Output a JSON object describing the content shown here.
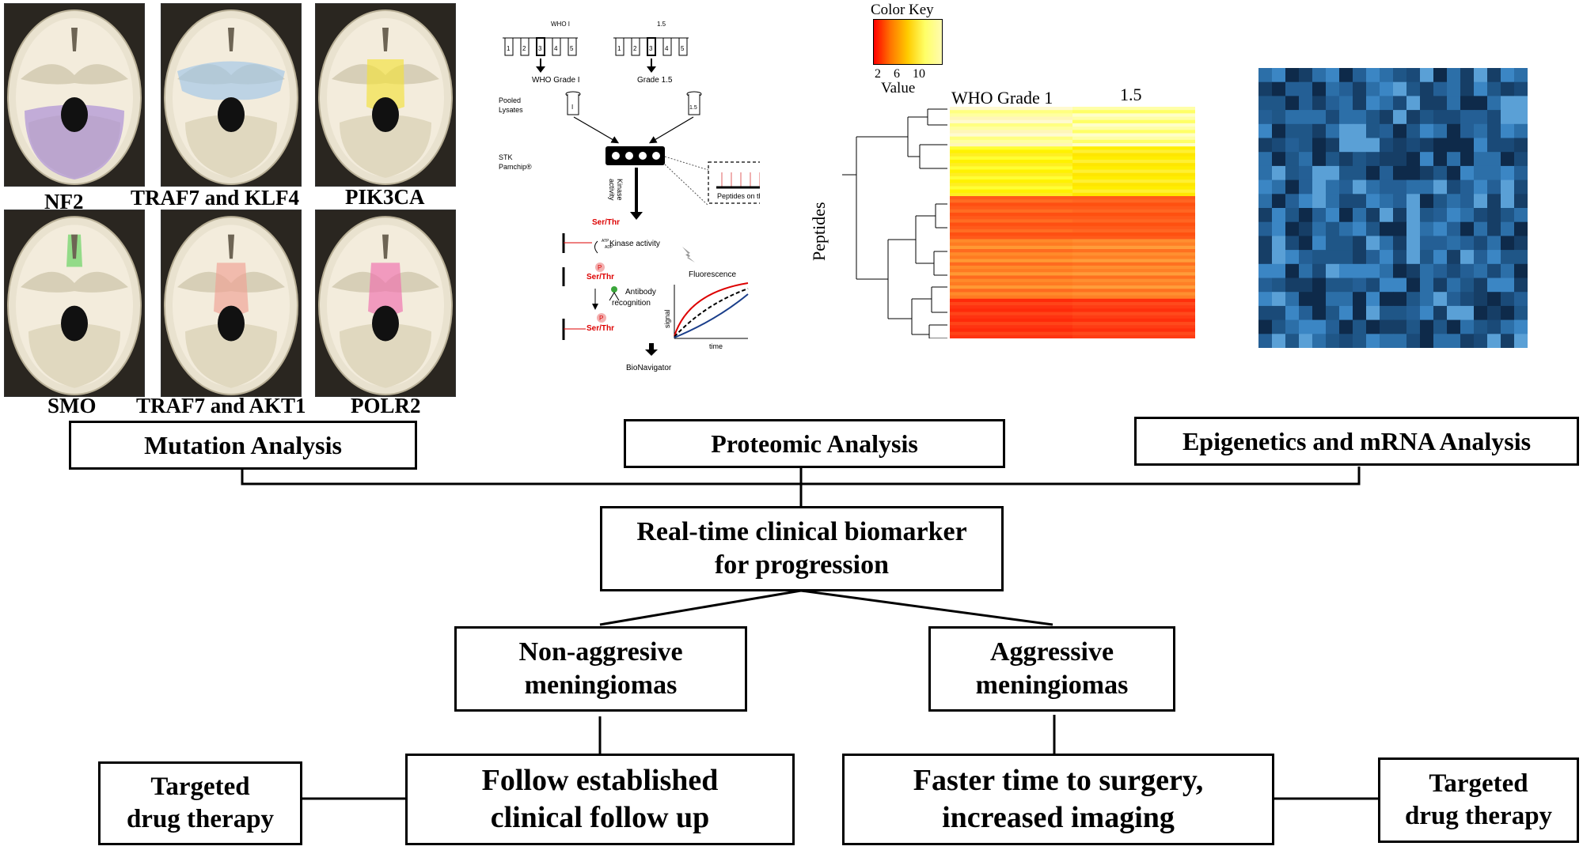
{
  "skulls": [
    {
      "label": "NF2",
      "highlight": "#a78bd6"
    },
    {
      "label": "TRAF7 and KLF4",
      "highlight": "#9fc6e8"
    },
    {
      "label": "PIK3CA",
      "highlight": "#f2e23a"
    },
    {
      "label": "SMO",
      "highlight": "#5fd35a"
    },
    {
      "label": "TRAF7 and AKT1",
      "highlight": "#f0a293"
    },
    {
      "label": "POLR2",
      "highlight": "#f06fae"
    }
  ],
  "workflow": {
    "who_small": "WHO I",
    "grade_small": "1.5",
    "who_grade_label": "WHO Grade  I",
    "grade15_label": "Grade 1.5",
    "pooled": "Pooled",
    "lysates": "Lysates",
    "tube_left": "I",
    "tube_right": "1.5",
    "stk": "STK",
    "pamchip": "Pamchip®",
    "kinase": "Kinase",
    "activity": "activity",
    "peptides_chip": "Peptides on the chip",
    "ser_thr": "Ser/Thr",
    "ser_thr_2": "Ser/Thr",
    "ser_thr_3": "Ser/Thr",
    "kinase_activity": "Kinase activity",
    "atp": "ATP",
    "adp": "ADP",
    "fluorescence": "Fluorescence",
    "antibody": "Antibody",
    "recognition": "recognition",
    "signal": "signal",
    "time": "time",
    "bionavigator": "BioNavigator",
    "p": "P",
    "p2": "P",
    "slide_numbers": [
      "1",
      "2",
      "3",
      "4",
      "5"
    ]
  },
  "heatmap": {
    "color_key_title": "Color Key",
    "ticks": [
      "2",
      "6",
      "10"
    ],
    "value_label": "Value",
    "col1": "WHO Grade 1",
    "col2": "1.5",
    "row_axis": "Peptides",
    "colors": {
      "low": "#ff0000",
      "mid": "#ff9900",
      "high": "#ffff66"
    }
  },
  "boxes": {
    "mutation": "Mutation Analysis",
    "proteomic": "Proteomic Analysis",
    "epigenetics": "Epigenetics and mRNA Analysis",
    "biomarker_1": "Real-time clinical biomarker",
    "biomarker_2": "for progression",
    "nonagg_1": "Non-aggresive",
    "nonagg_2": "meningiomas",
    "agg_1": "Aggressive",
    "agg_2": "meningiomas",
    "follow_1": "Follow established",
    "follow_2": "clinical follow up",
    "faster_1": "Faster time to surgery,",
    "faster_2": "increased imaging",
    "targeted_left_1": "Targeted",
    "targeted_left_2": "drug therapy",
    "targeted_right_1": "Targeted",
    "targeted_right_2": "drug therapy"
  }
}
